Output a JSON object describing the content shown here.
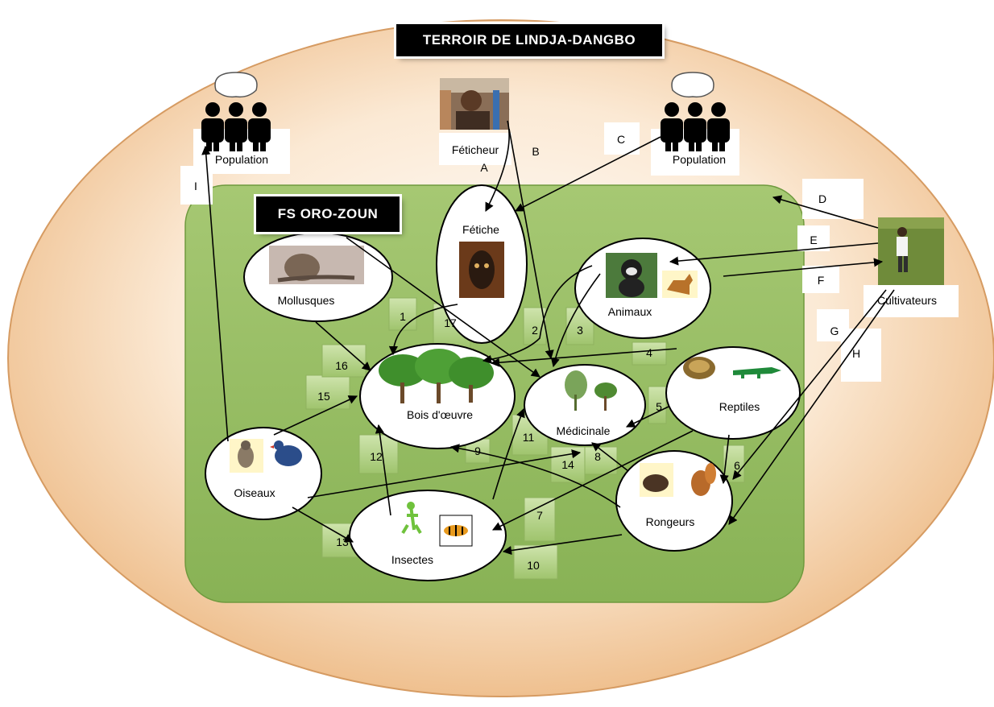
{
  "title_main": "TERROIR DE LINDJA-DANGBO",
  "title_forest": "FS ORO-ZOUN",
  "nodes": {
    "population_left": "Population",
    "population_right": "Population",
    "feticheur": "Féticheur",
    "fetiche": "Fétiche",
    "mollusques": "Mollusques",
    "animaux": "Animaux",
    "bois": "Bois d'œuvre",
    "medicinale": "Médicinale",
    "reptiles": "Reptiles",
    "oiseaux": "Oiseaux",
    "insectes": "Insectes",
    "rongeurs": "Rongeurs",
    "cultivateurs": "Cultivateurs"
  },
  "relations_letters": [
    "A",
    "B",
    "C",
    "D",
    "E",
    "F",
    "G",
    "H",
    "I"
  ],
  "relations_numbers": [
    "1",
    "2",
    "3",
    "4",
    "5",
    "6",
    "7",
    "8",
    "9",
    "10",
    "11",
    "12",
    "13",
    "14",
    "15",
    "16",
    "17"
  ],
  "colors": {
    "outer_fill": "#f6d8b6",
    "forest_fill": "#95bd63",
    "box_fill": "#b7d68c"
  }
}
